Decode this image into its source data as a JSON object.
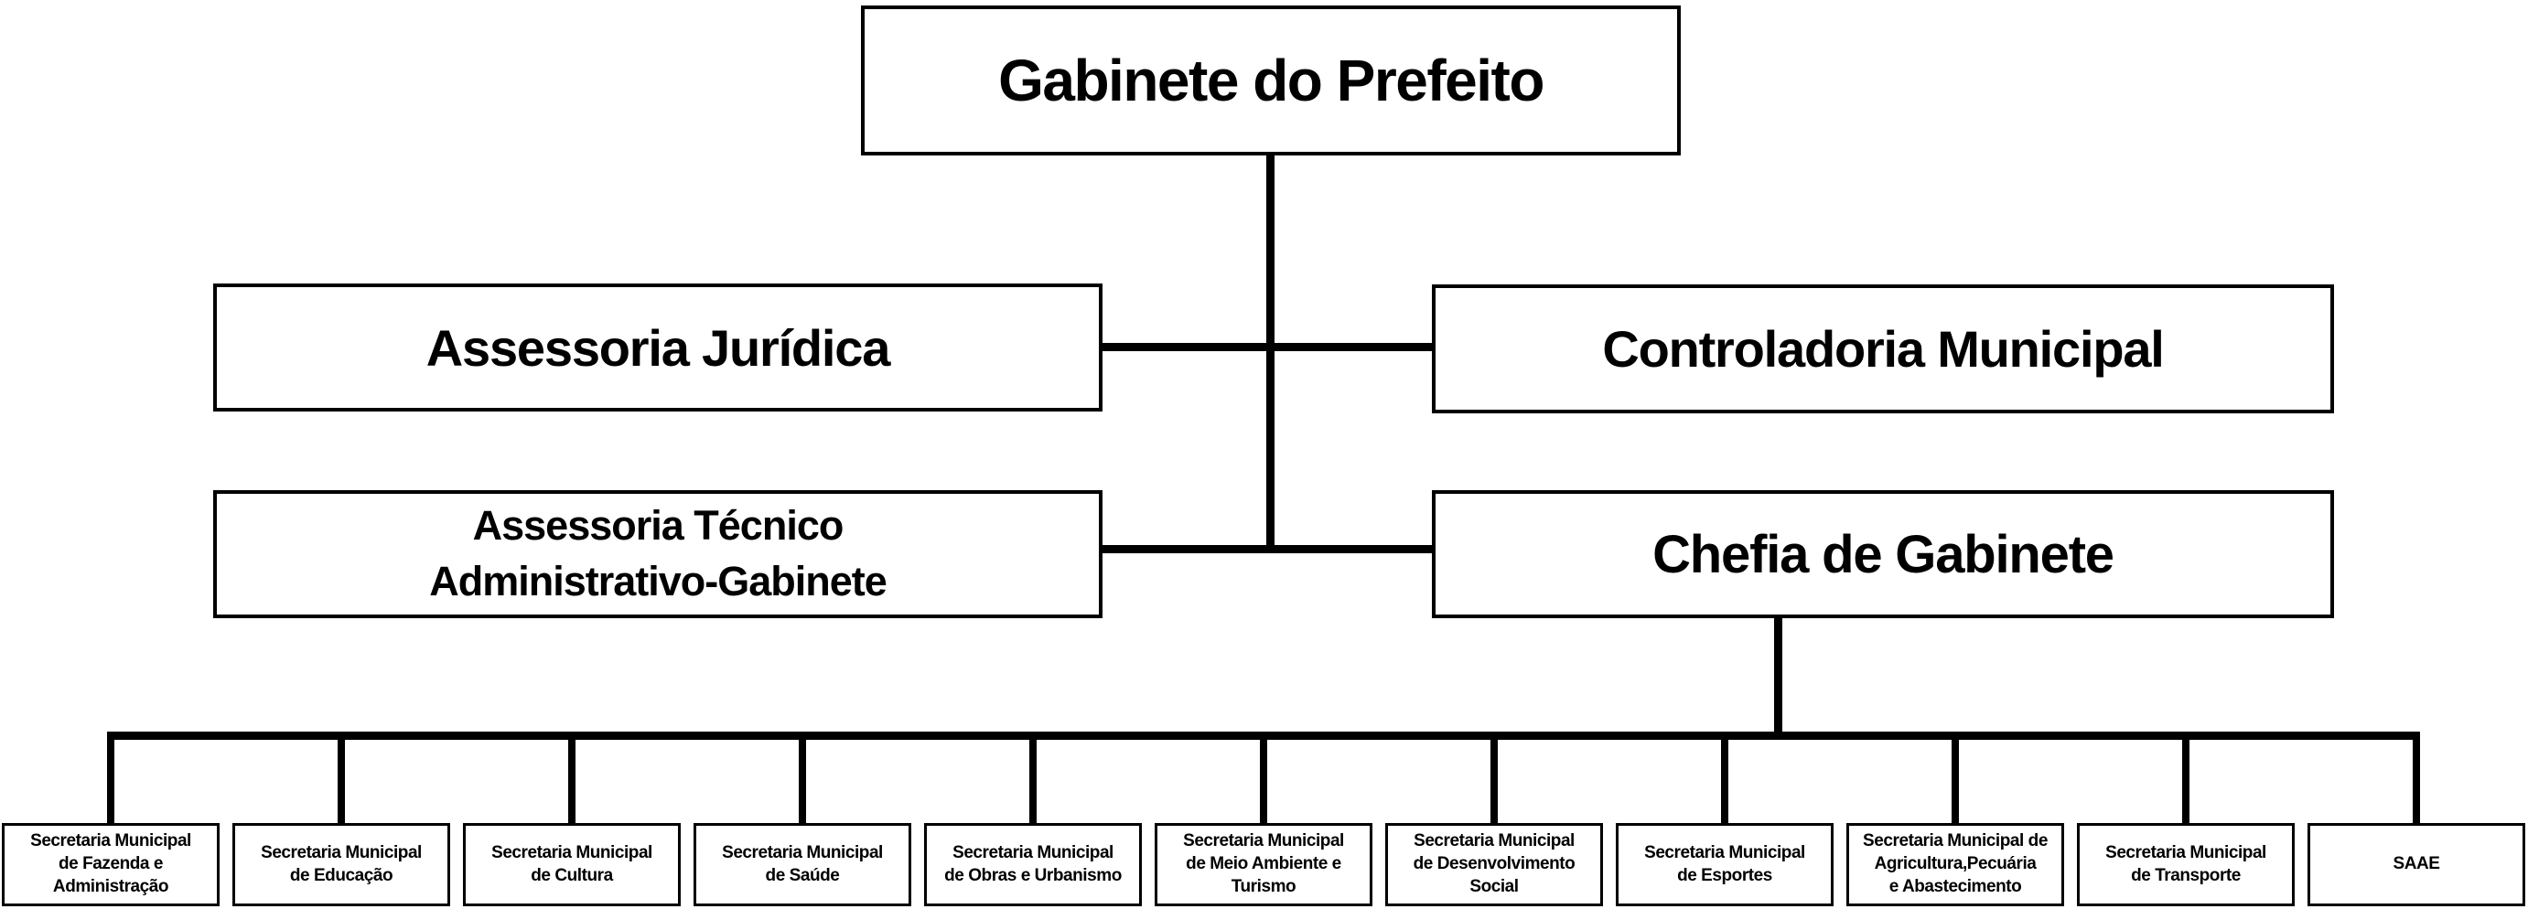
{
  "org": {
    "root": {
      "label": "Gabinete do Prefeito"
    },
    "advisors": [
      {
        "label": "Assessoria Jurídica"
      },
      {
        "label": "Controladoria Municipal"
      },
      {
        "label": "Assessoria Técnico\nAdministrativo-Gabinete"
      },
      {
        "label": "Chefia de Gabinete"
      }
    ],
    "secretariats": [
      {
        "label": "Secretaria Municipal\nde Fazenda e\nAdministração"
      },
      {
        "label": "Secretaria Municipal\nde Educação"
      },
      {
        "label": "Secretaria Municipal\nde Cultura"
      },
      {
        "label": "Secretaria Municipal\nde Saúde"
      },
      {
        "label": "Secretaria Municipal\nde Obras e Urbanismo"
      },
      {
        "label": "Secretaria Municipal\nde Meio Ambiente e\nTurismo"
      },
      {
        "label": "Secretaria Municipal\nde Desenvolvimento\nSocial"
      },
      {
        "label": "Secretaria Municipal\nde Esportes"
      },
      {
        "label": "Secretaria Municipal de\nAgricultura,Pecuária\ne Abastecimento"
      },
      {
        "label": "Secretaria Municipal\nde Transporte"
      },
      {
        "label": "SAAE"
      }
    ],
    "colors": {
      "line": "#000000",
      "box_background": "#ffffff",
      "text": "#000000"
    }
  }
}
